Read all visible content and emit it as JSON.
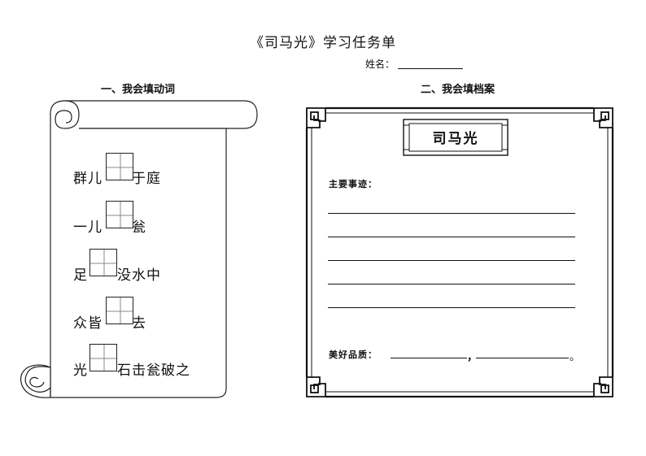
{
  "title": "《司马光》学习任务单",
  "name_label": "姓名：",
  "section1": {
    "title": "一、我会填动词",
    "lines": [
      {
        "before": "群儿",
        "after": "于庭"
      },
      {
        "before": "一儿",
        "after": "瓮"
      },
      {
        "before": "足",
        "after": "没水中"
      },
      {
        "before": "众皆",
        "after": "去"
      },
      {
        "before": "光",
        "after": "石击瓮破之"
      }
    ]
  },
  "section2": {
    "title": "二、我会填档案",
    "card_title": "司马光",
    "main_deeds_label": "主要事迹：",
    "qualities_label": "美好品质：",
    "qualities_separator": "，",
    "qualities_end": "。"
  }
}
